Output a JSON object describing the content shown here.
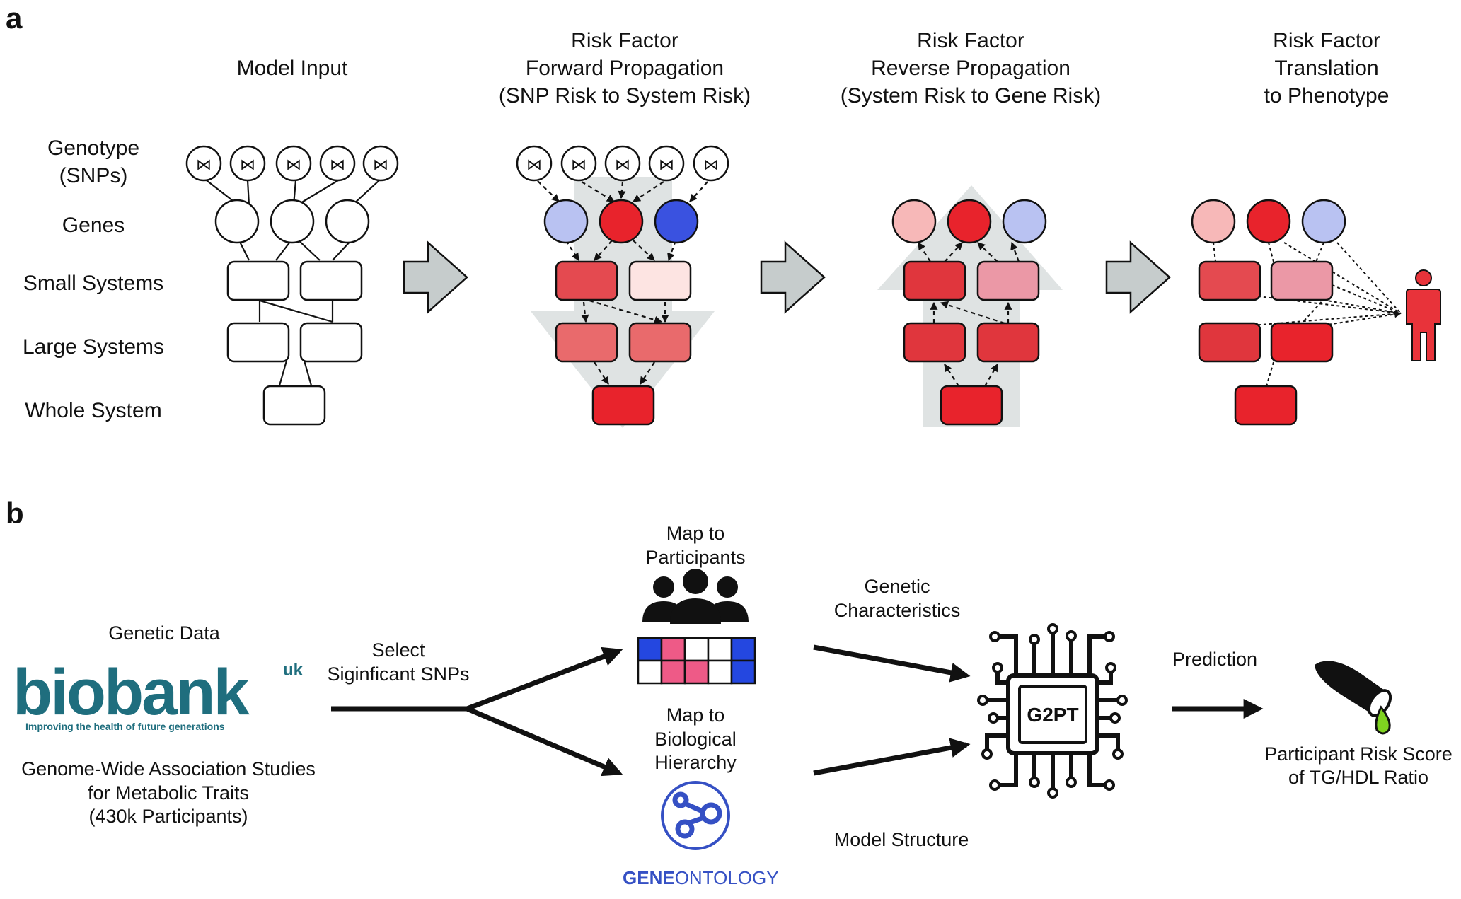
{
  "panel_a": {
    "label": "a",
    "headers": {
      "model_input": "Model Input",
      "forward": [
        "Risk Factor",
        "Forward Propagation",
        "(SNP Risk to System Risk)"
      ],
      "reverse": [
        "Risk Factor",
        "Reverse Propagation",
        "(System Risk to Gene Risk)"
      ],
      "translation": [
        "Risk Factor",
        "Translation",
        "to Phenotype"
      ]
    },
    "rows": {
      "genotype": [
        "Genotype",
        "(SNPs)"
      ],
      "genes": "Genes",
      "small_systems": "Small Systems",
      "large_systems": "Large Systems",
      "whole_system": "Whole System"
    },
    "colors": {
      "gene_light_blue": "#b9c2f2",
      "gene_red": "#e8232c",
      "gene_blue": "#3a52e0",
      "gene_pink": "#f7b8b8",
      "sys_red": "#e44a50",
      "sys_pale": "#fde4e2",
      "sys_mid": "#e96a6c",
      "sys_dark": "#e8232c",
      "sys_rose": "#eb98a6",
      "person": "#e8333a"
    }
  },
  "panel_b": {
    "label": "b",
    "genetic_data": "Genetic Data",
    "biobank_logo": "biobank",
    "biobank_uk": "uk",
    "biobank_tagline": "Improving the health of future generations",
    "gwas": [
      "Genome-Wide Association Studies",
      "for Metabolic Traits",
      "(430k Participants)"
    ],
    "select_snps": [
      "Select",
      "Siginficant SNPs"
    ],
    "map_participants": [
      "Map to",
      "Participants"
    ],
    "map_hierarchy": [
      "Map to",
      "Biological",
      "Hierarchy"
    ],
    "geneontology_gene": "GENE",
    "geneontology_ontology": "ONTOLOGY",
    "genetic_characteristics": [
      "Genetic",
      "Characteristics"
    ],
    "model_structure": "Model Structure",
    "chip_label": "G2PT",
    "prediction": "Prediction",
    "risk_score": [
      "Participant Risk Score",
      "of TG/HDL Ratio"
    ],
    "colors": {
      "biobank_teal": "#1f6e7e",
      "grid_blue": "#2447e0",
      "grid_pink": "#ee5a87",
      "go_blue": "#3550c4",
      "droplet_green": "#7fd320"
    }
  }
}
